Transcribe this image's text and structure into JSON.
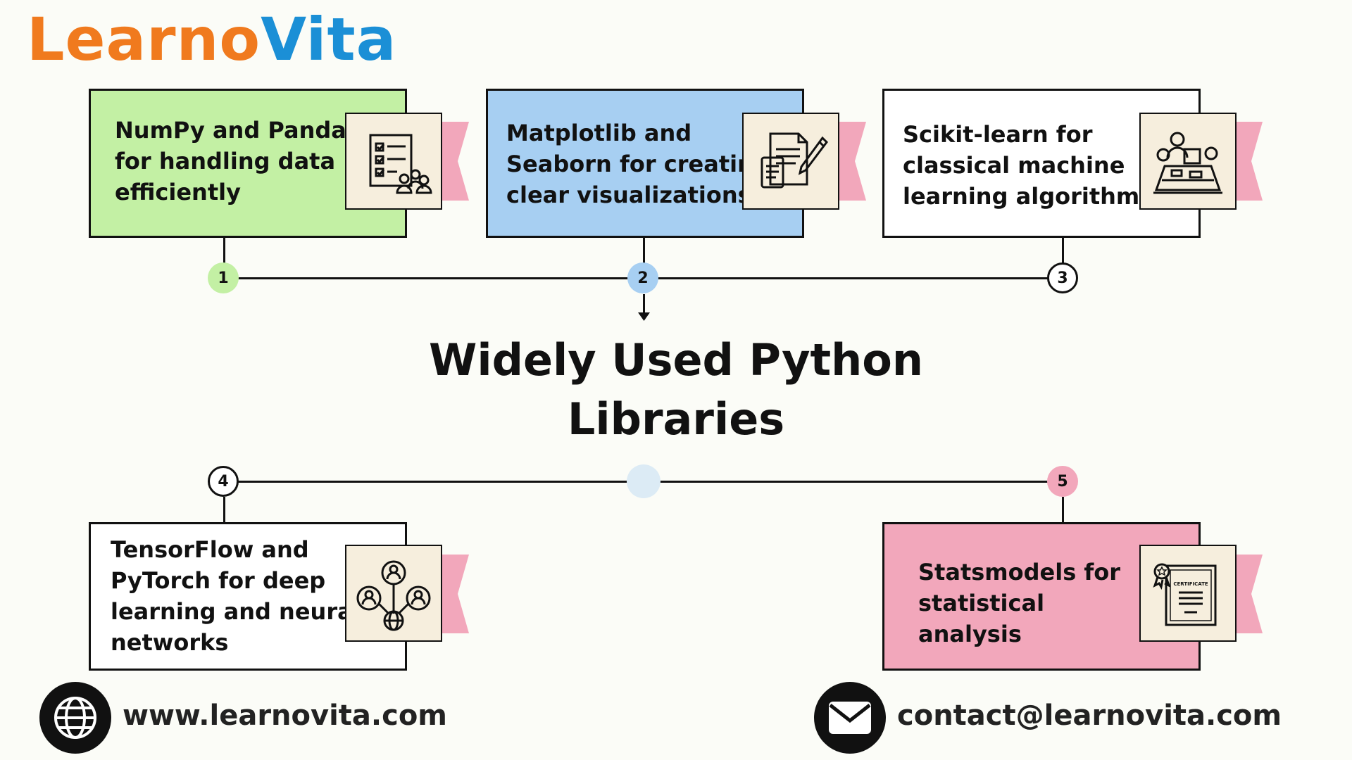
{
  "logo": {
    "part1": "Learno",
    "part2": "Vita"
  },
  "title": {
    "line1": "Widely Used Python",
    "line2": "Libraries"
  },
  "cards": [
    {
      "number": "1",
      "text": [
        "NumPy and Pandas",
        "for handling data",
        "efficiently"
      ],
      "color": "#c3f0a4",
      "icon": "checklist-team-icon"
    },
    {
      "number": "2",
      "text": [
        "Matplotlib and",
        "Seaborn for creating",
        "clear visualizations"
      ],
      "color": "#a7cff2",
      "icon": "documents-pen-icon"
    },
    {
      "number": "3",
      "text": [
        "Scikit-learn for",
        "classical machine",
        "learning algorithms"
      ],
      "color": "#ffffff",
      "icon": "people-meeting-icon"
    },
    {
      "number": "4",
      "text": [
        "TensorFlow and",
        "PyTorch for deep",
        "learning and neural",
        "networks"
      ],
      "color": "#ffffff",
      "icon": "network-globe-icon"
    },
    {
      "number": "5",
      "text": [
        "Statsmodels for",
        "statistical",
        "analysis"
      ],
      "color": "#f2a7bb",
      "icon": "certificate-icon"
    }
  ],
  "icon_labels": {
    "certificate": "CERTIFICATE"
  },
  "colors": {
    "ribbon": "#f2a7bb",
    "num1": "#c3f0a4",
    "num2": "#a7cff2",
    "num5": "#f2a7bb",
    "center_dot": "#dcebf5",
    "logo_orange": "#f07a1e",
    "logo_blue": "#1b8fd6"
  },
  "footer": {
    "website": "www.learnovita.com",
    "email": "contact@learnovita.com"
  }
}
